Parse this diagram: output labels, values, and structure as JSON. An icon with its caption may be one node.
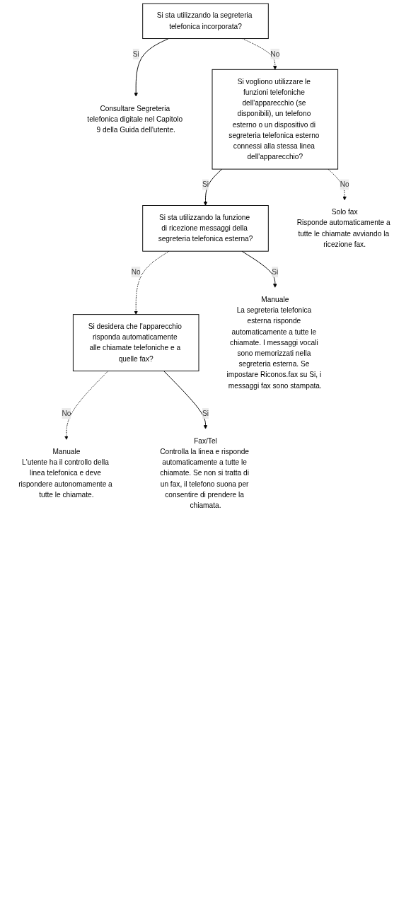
{
  "diagram": {
    "nodes": [
      {
        "text": [
          "Si sta utilizzando la segreteria telefonica incorporata?"
        ]
      },
      {
        "text": [
          "Consultare Segreteria telefonica digitale nel Capitolo 9 della Guida dell'utente."
        ]
      },
      {
        "text": [
          "Si vogliono utilizzare le funzioni telefoniche dell'apparecchio (se disponibili), un telefono esterno o un dispositivo di segreteria telefonica esterno connessi alla stessa linea dell'apparecchio?"
        ]
      },
      {
        "text": [
          "Si sta utilizzando la funzione di ricezione messaggi della segreteria telefonica esterna?"
        ]
      },
      {
        "text": [
          "Si desidera che l'apparecchio risponda automaticamente alle chiamate telefoniche e a quelle fax?"
        ]
      },
      {
        "text": [
          "Solo fax",
          "Risponde automaticamente a tutte le chiamate avviando la ricezione fax."
        ]
      },
      {
        "text": [
          "Manuale",
          "L'utente ha il controllo della linea telefonica e deve rispondere autonomamente a tutte le chiamate."
        ]
      },
      {
        "text": [
          "Fax/Tel",
          "Controlla la linea e risponde automaticamente a tutte le chiamate. Se non si tratta di un fax, il telefono suona per consentire di prendere la chiamata."
        ]
      },
      {
        "text": [
          "Manuale",
          "La segreteria telefonica esterna risponde automaticamente a tutte le chiamate. I messaggi vocali sono memorizzati nella segreteria esterna. Se impostare Riconos.fax su Si, i messaggi fax sono stampata."
        ]
      }
    ],
    "edges": [
      {
        "from": 0,
        "to": 1,
        "arrow": "to",
        "label": "Si"
      },
      {
        "from": 0,
        "to": 2,
        "arrow": "to",
        "label": "No",
        "style": "dashed"
      },
      {
        "from": 2,
        "to": 3,
        "arrow": "to",
        "label": "Si"
      },
      {
        "from": 2,
        "to": 5,
        "arrow": "to",
        "label": "No",
        "style": "dashed"
      },
      {
        "from": 3,
        "to": 4,
        "arrow": "to",
        "label": "No",
        "style": "dashed"
      },
      {
        "from": 4,
        "to": 6,
        "arrow": "to",
        "label": "No",
        "style": "dashed"
      },
      {
        "from": 4,
        "to": 7,
        "arrow": "to",
        "label": "Si"
      },
      {
        "from": 3,
        "to": 8,
        "arrow": "to",
        "label": "Si"
      }
    ]
  }
}
